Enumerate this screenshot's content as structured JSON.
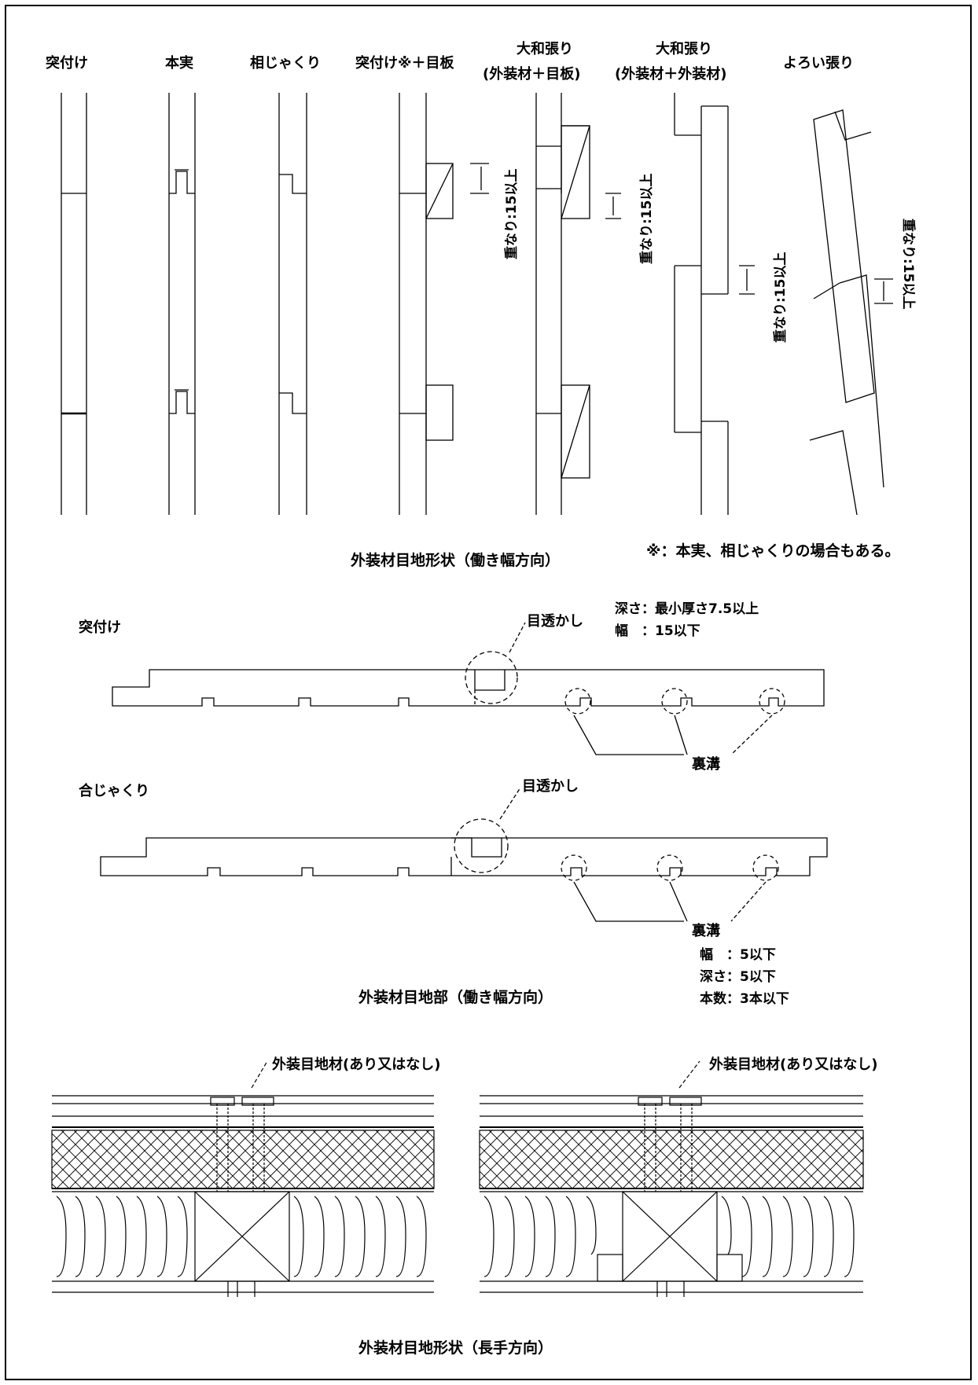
{
  "section1": {
    "types": [
      {
        "label": "突付け"
      },
      {
        "label": "本実"
      },
      {
        "label": "相じゃくり"
      },
      {
        "label": "突付け※＋目板"
      },
      {
        "label": "大和張り",
        "sub": "(外装材＋目板)"
      },
      {
        "label": "大和張り",
        "sub": "(外装材＋外装材)"
      },
      {
        "label": "よろい張り"
      }
    ],
    "overlap_label": "重なり:15以上",
    "caption": "外装材目地形状（働き幅方向）",
    "note": "※：本実、相じゃくりの場合もある。"
  },
  "section2": {
    "board1_label": "突付け",
    "board2_label": "合じゃくり",
    "metosukashi": "目透かし",
    "spec_depth": "深さ：最小厚さ7.5以上",
    "spec_width": "幅　：15以下",
    "uramizo": "裏溝",
    "groove_width": "幅　：5以下",
    "groove_depth": "深さ：5以下",
    "groove_count": "本数：3本以下",
    "caption": "外装材目地部（働き幅方向）"
  },
  "section3": {
    "joint_label": "外装目地材(あり又はなし)",
    "caption": "外装材目地形状（長手方向）"
  }
}
